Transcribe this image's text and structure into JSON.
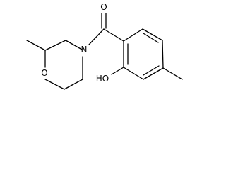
{
  "atoms": {
    "carbonyl_oxygen": "O",
    "ring_oxygen": "O",
    "ring_nitrogen": "N",
    "hydroxyl": "HO"
  }
}
